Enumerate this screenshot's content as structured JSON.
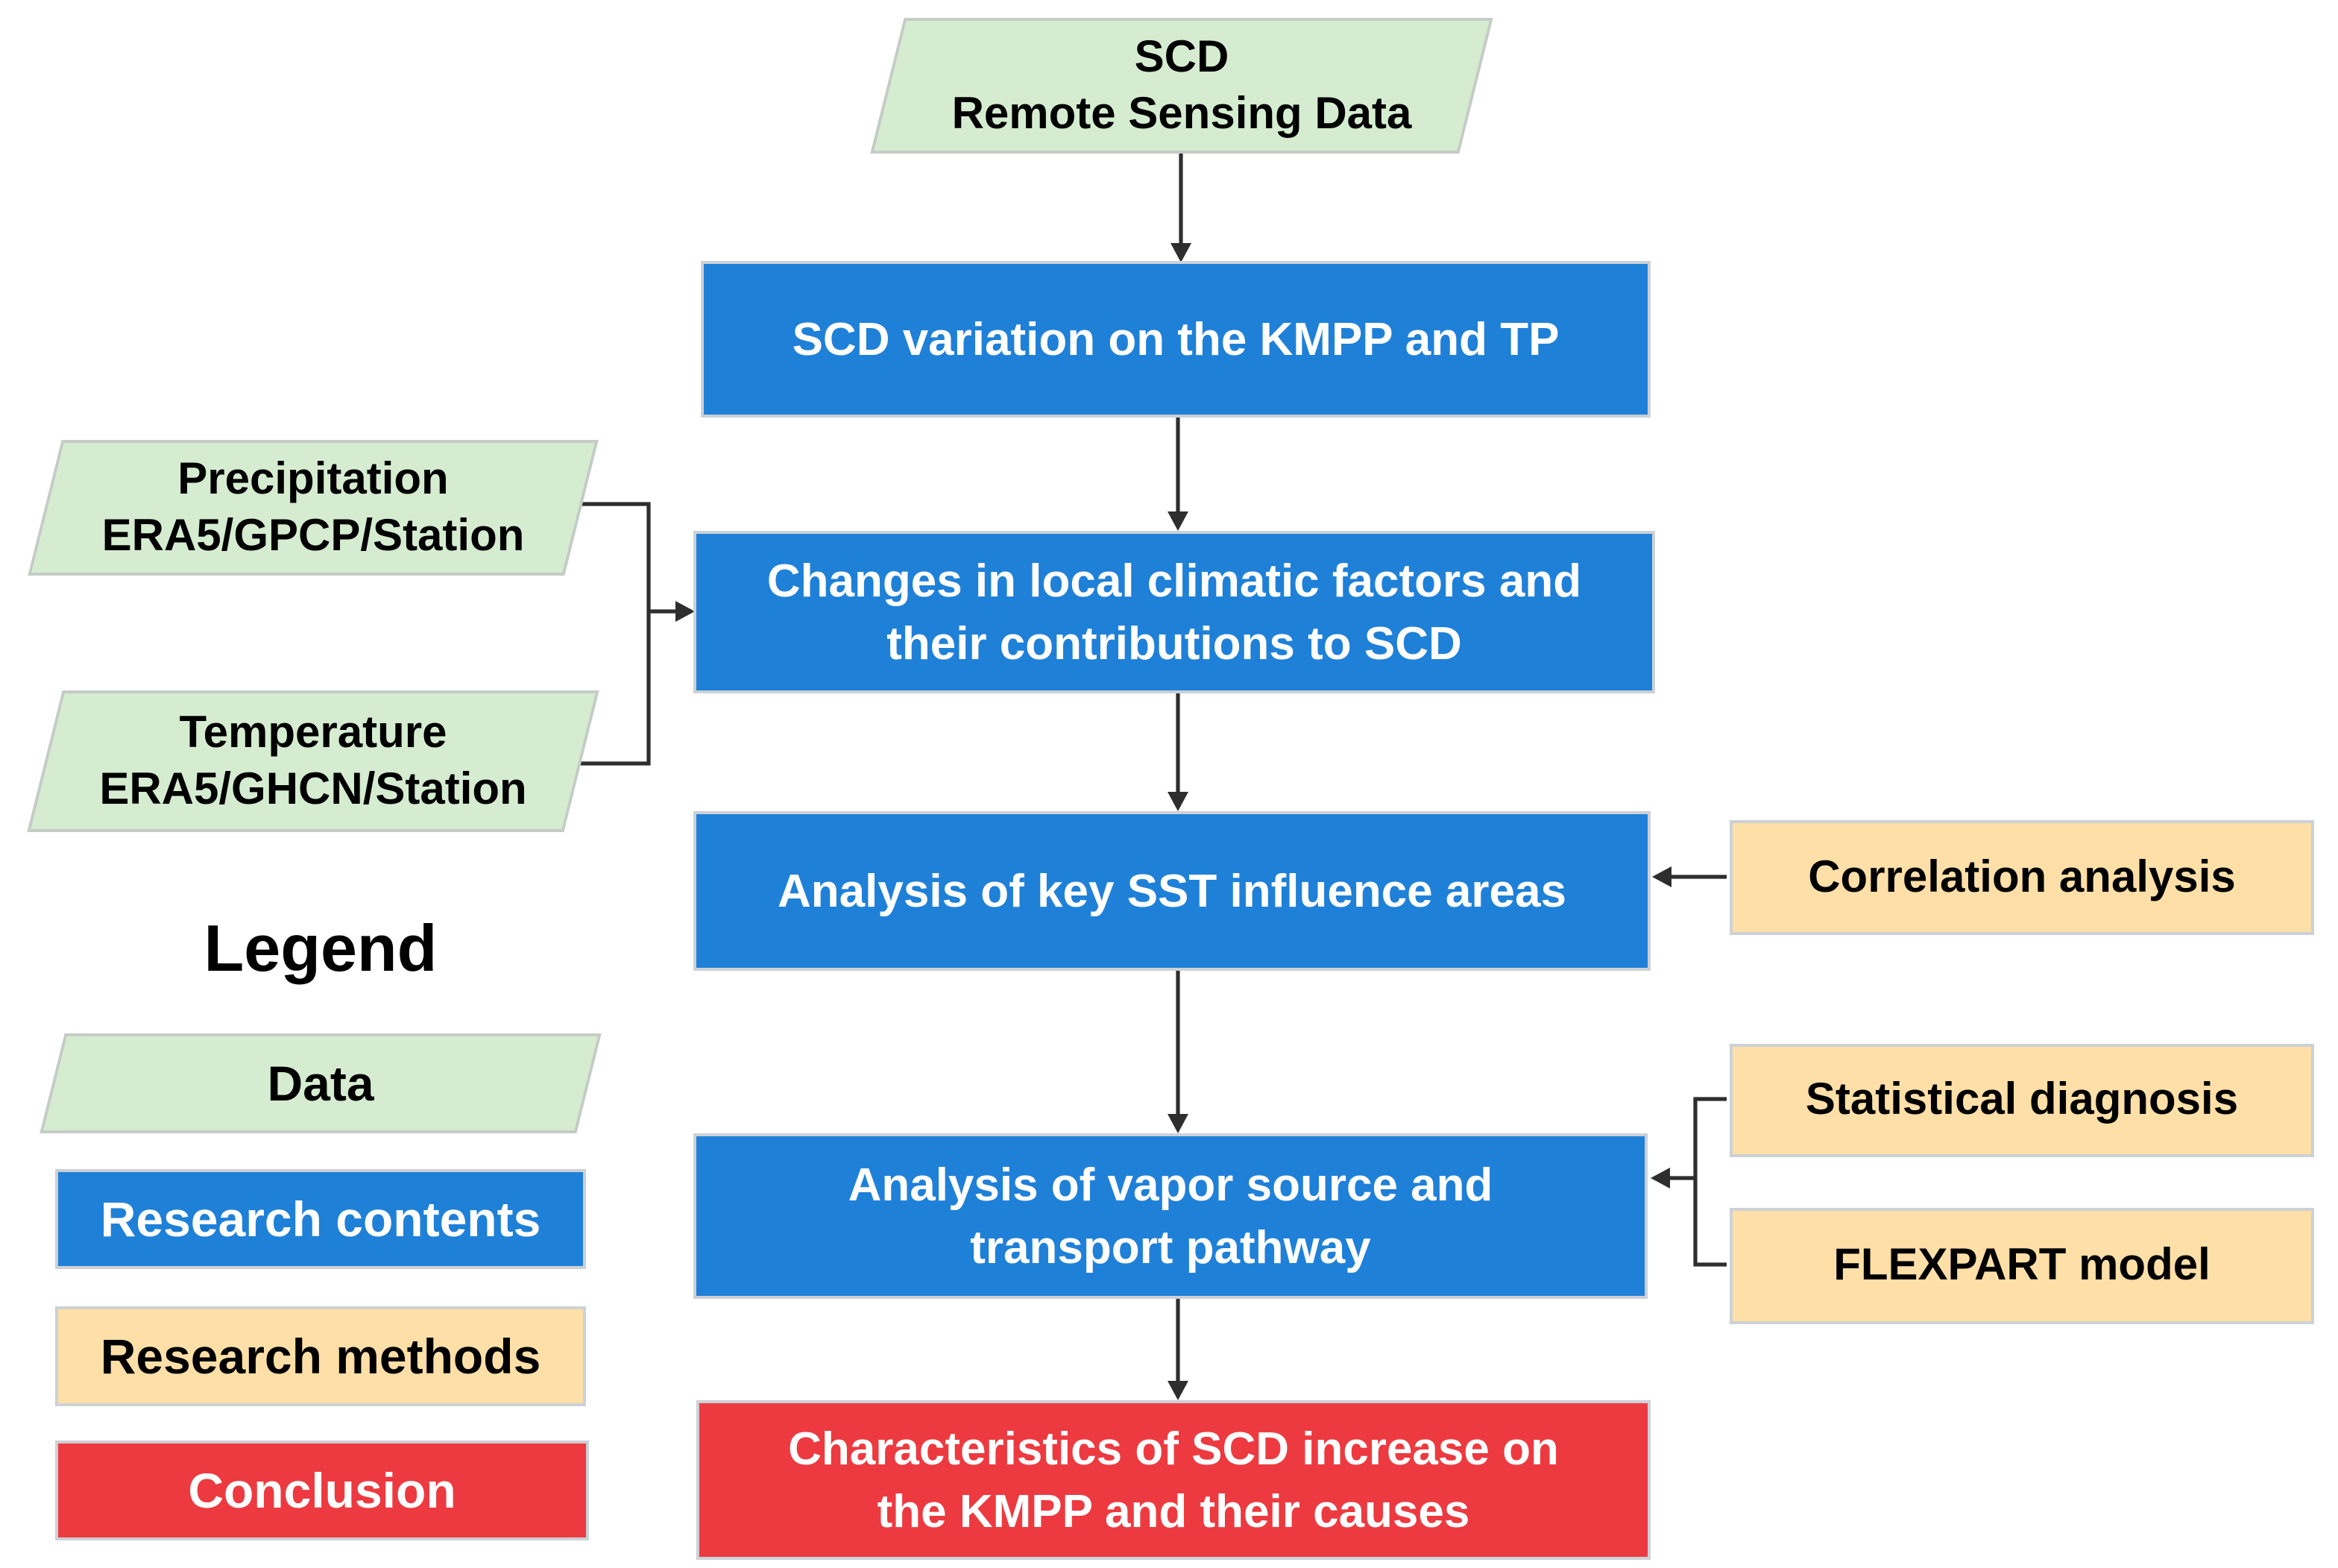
{
  "diagram": {
    "background": "#ffffff",
    "colors": {
      "data_fill": "#d5ecd1",
      "research_contents_fill": "#1f80d8",
      "research_methods_fill": "#fddfa7",
      "conclusion_fill": "#ec3a40",
      "arrow": "#2e2e2e",
      "box_border": "#ccd1d6",
      "dark_text": "#000000",
      "light_text": "#ffffff"
    },
    "nodes": {
      "scd_data": {
        "line1": "SCD",
        "line2": "Remote Sensing Data"
      },
      "scd_variation": {
        "text": "SCD variation on the KMPP and TP"
      },
      "precipitation": {
        "line1": "Precipitation",
        "line2": "ERA5/GPCP/Station"
      },
      "temperature": {
        "line1": "Temperature",
        "line2": "ERA5/GHCN/Station"
      },
      "local_factors": {
        "line1": "Changes in local climatic factors and",
        "line2": "their contributions to SCD"
      },
      "sst_analysis": {
        "text": "Analysis of key SST influence areas"
      },
      "correlation": {
        "text": "Correlation analysis"
      },
      "vapor_analysis": {
        "line1": "Analysis of vapor source and",
        "line2": "transport pathway"
      },
      "statistical": {
        "text": "Statistical diagnosis"
      },
      "flexpart": {
        "text": "FLEXPART model"
      },
      "conclusion": {
        "line1": "Characteristics of SCD increase on",
        "line2": "the KMPP and their causes"
      }
    },
    "legend": {
      "title": "Legend",
      "items": [
        {
          "label": "Data",
          "type": "data"
        },
        {
          "label": "Research contents",
          "type": "research-contents"
        },
        {
          "label": "Research methods",
          "type": "research-methods"
        },
        {
          "label": "Conclusion",
          "type": "conclusion"
        }
      ]
    }
  }
}
